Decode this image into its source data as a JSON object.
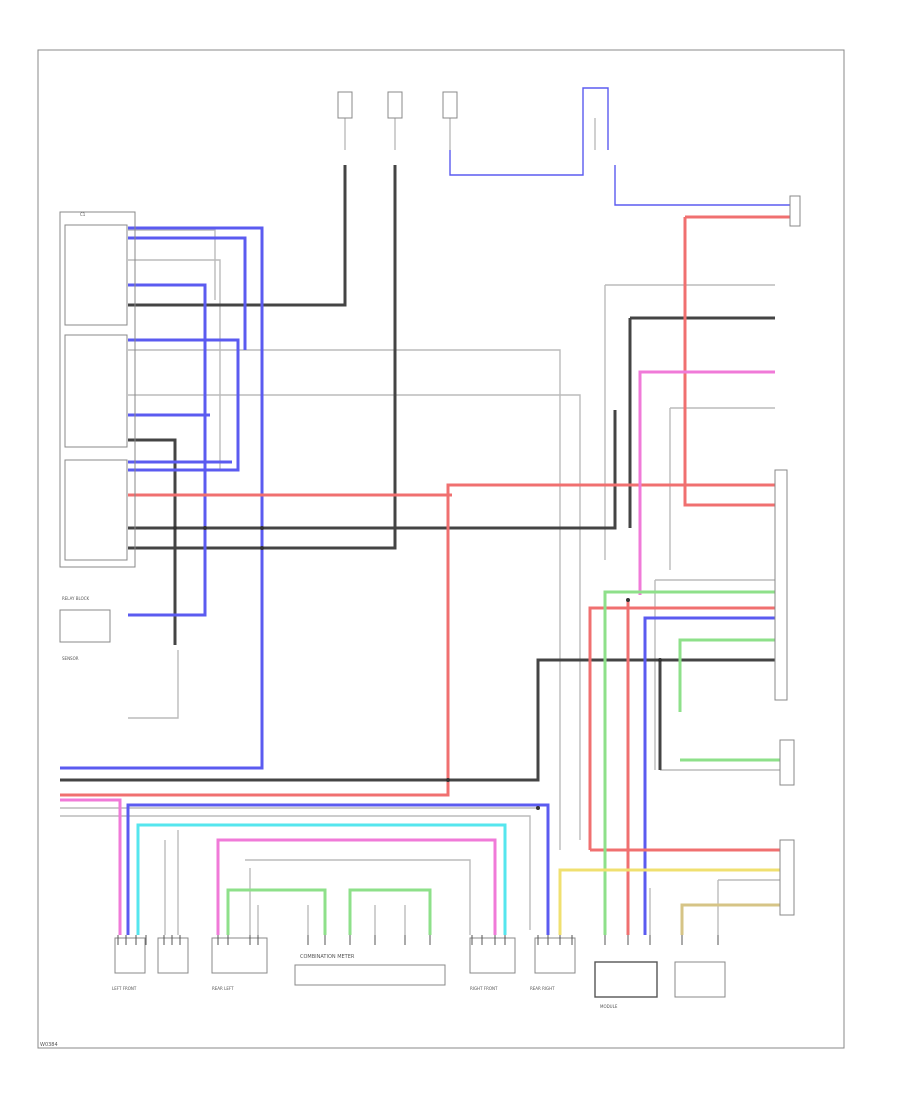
{
  "diagram": {
    "page_label": "W0384",
    "subtitle": "COMBINATION METER",
    "components": [
      {
        "id": "c1",
        "label": "C1"
      },
      {
        "id": "relay-block",
        "label": "RELAY BLOCK"
      },
      {
        "id": "sensor",
        "label": "SENSOR"
      },
      {
        "id": "left-front",
        "label": "LEFT FRONT"
      },
      {
        "id": "rear-left",
        "label": "REAR LEFT"
      },
      {
        "id": "right-front",
        "label": "RIGHT FRONT"
      },
      {
        "id": "rear-right",
        "label": "REAR RIGHT"
      },
      {
        "id": "module-block",
        "label": "MODULE"
      }
    ]
  },
  "wire_colors": {
    "blue": "#5b5bf0",
    "black": "#444444",
    "red": "#f07070",
    "pink": "#f07ad8",
    "cyan": "#55e6ee",
    "green": "#8ee08a",
    "yellow": "#f0e070",
    "tan": "#d6c486",
    "gray": "#bbbbbb",
    "frame": "#888888"
  }
}
